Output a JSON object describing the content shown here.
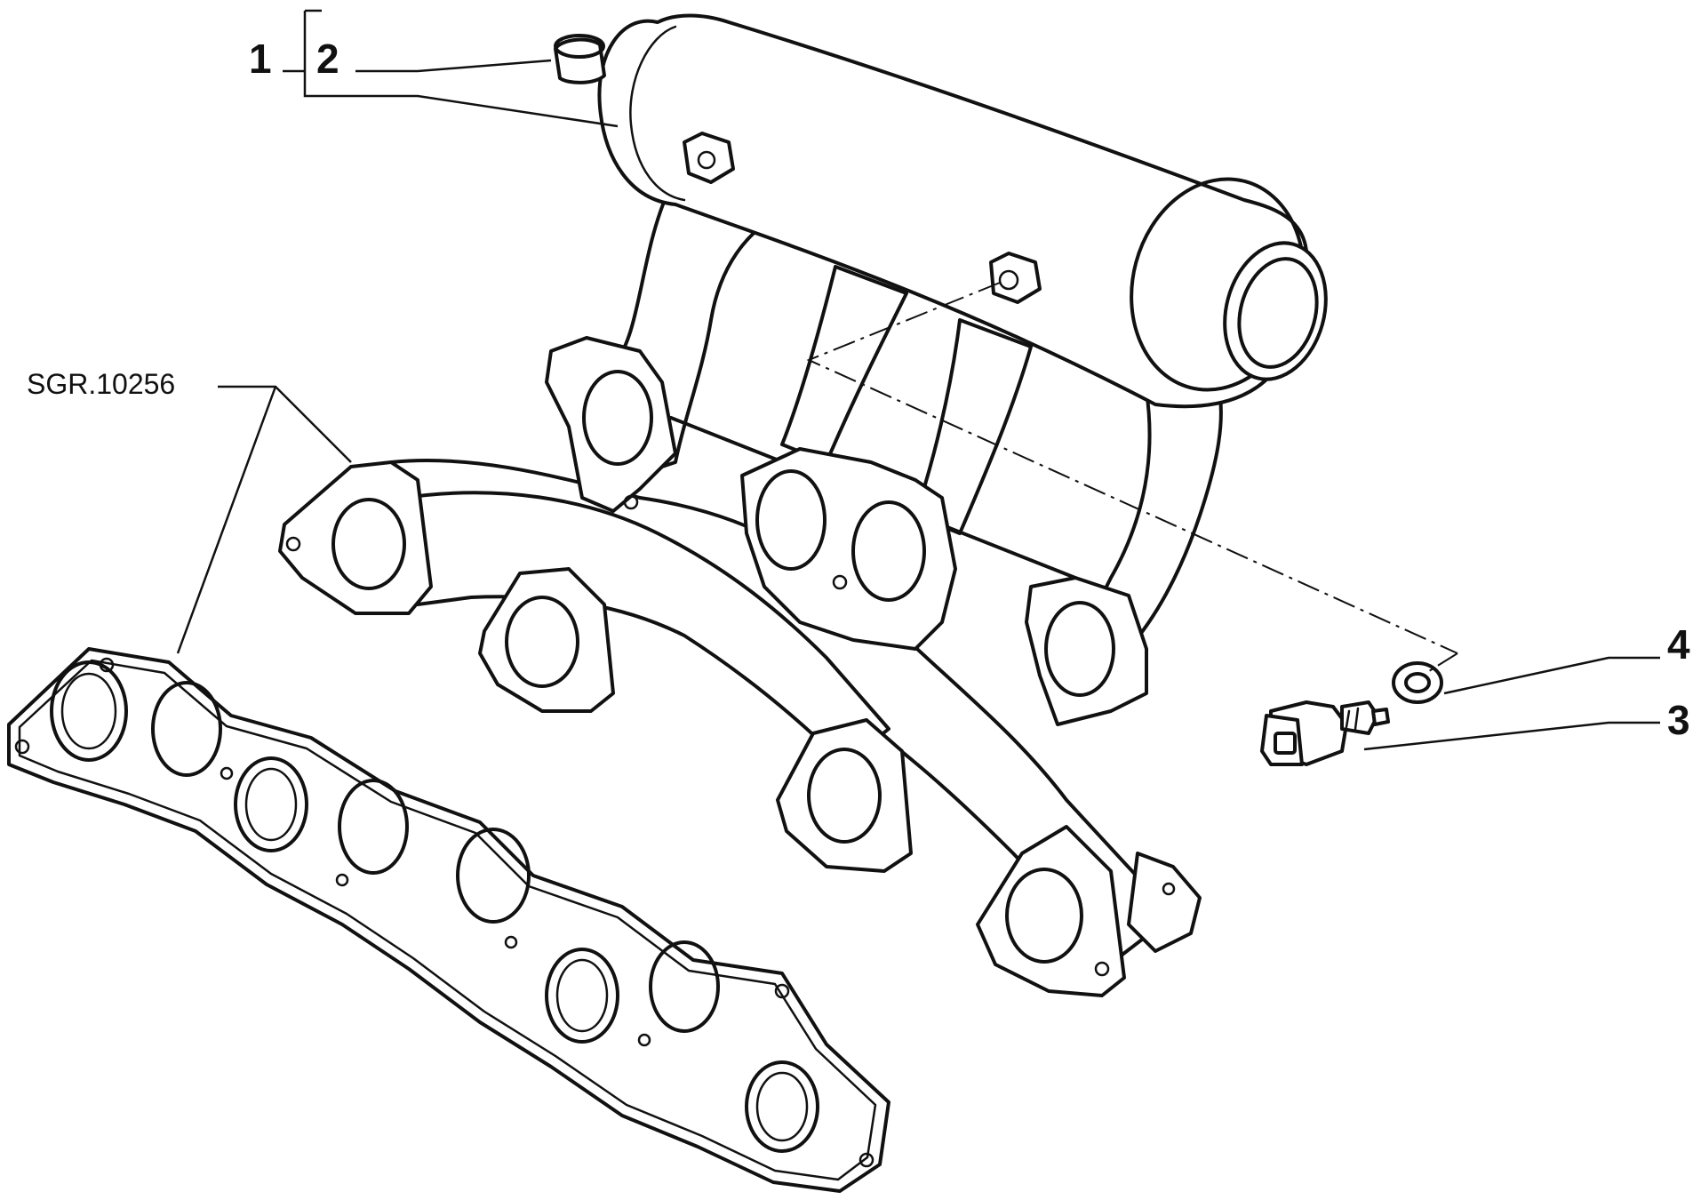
{
  "diagram": {
    "reference_code": "SGR.10256",
    "callouts": [
      {
        "id": "1",
        "label": "1"
      },
      {
        "id": "2",
        "label": "2"
      },
      {
        "id": "3",
        "label": "3"
      },
      {
        "id": "4",
        "label": "4"
      }
    ],
    "parts": [
      {
        "callout": "1",
        "icon": "intake-manifold-icon"
      },
      {
        "callout": "2",
        "icon": "plug-cap-icon"
      },
      {
        "callout": "3",
        "icon": "temperature-sensor-icon"
      },
      {
        "callout": "4",
        "icon": "sealing-washer-icon"
      },
      {
        "callout": "SGR.10256",
        "icon": "manifold-gasket-icon"
      }
    ],
    "line_color": "#111111",
    "background_color": "#ffffff"
  }
}
